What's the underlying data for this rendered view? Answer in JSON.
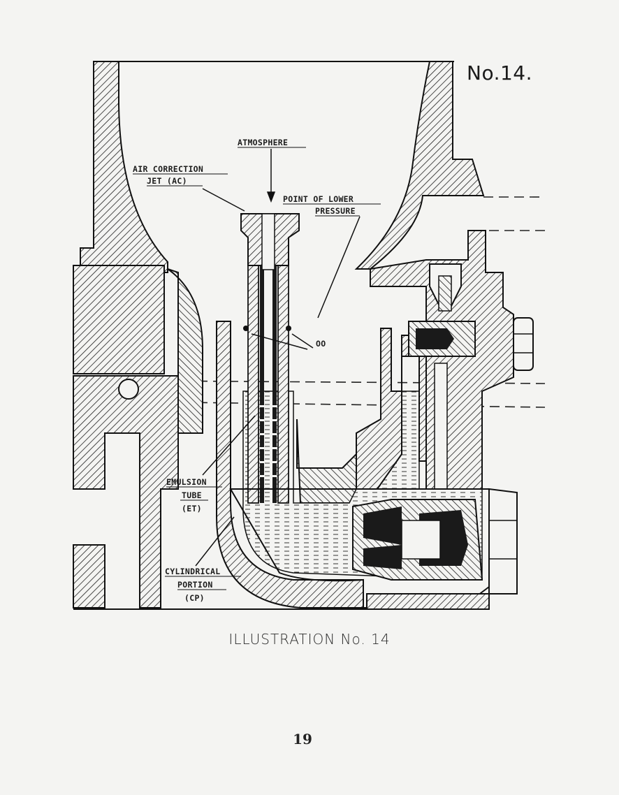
{
  "plate_number": "No.14.",
  "labels": {
    "atmosphere": "ATMOSPHERE",
    "air_correction_1": "AIR CORRECTION",
    "air_correction_2": "JET (AC)",
    "point_lower_1": "POINT OF LOWER",
    "point_lower_2": "PRESSURE",
    "oo": "OO",
    "emulsion_1": "EMULSION",
    "emulsion_2": "TUBE",
    "emulsion_3": "(ET)",
    "cylindrical_1": "CYLINDRICAL",
    "cylindrical_2": "PORTION",
    "cylindrical_3": "(CP)"
  },
  "caption": "ILLUSTRATION No. 14",
  "page_number": "19"
}
